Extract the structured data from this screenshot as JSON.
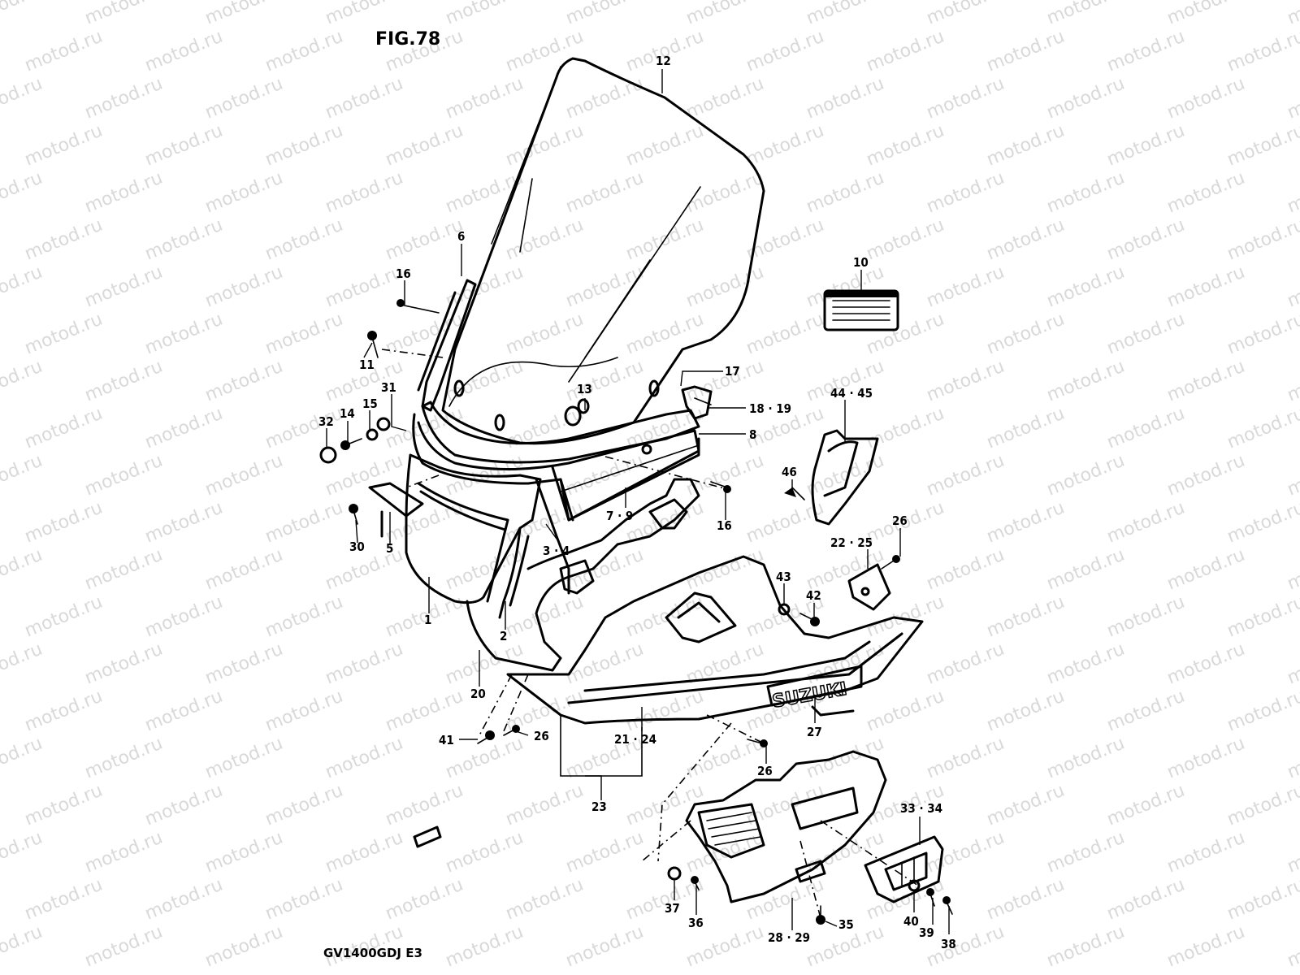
{
  "figure": {
    "title": "FIG.78",
    "model_code": "GV1400GDJ  E3",
    "watermark_text": "motod.ru",
    "logo_text": "SUZUKI"
  },
  "callouts": [
    {
      "id": "c12",
      "label": "12"
    },
    {
      "id": "c6",
      "label": "6"
    },
    {
      "id": "c16a",
      "label": "16"
    },
    {
      "id": "c10",
      "label": "10"
    },
    {
      "id": "c11",
      "label": "11"
    },
    {
      "id": "c17",
      "label": "17"
    },
    {
      "id": "c13",
      "label": "13"
    },
    {
      "id": "c31",
      "label": "31"
    },
    {
      "id": "c32",
      "label": "32"
    },
    {
      "id": "c14",
      "label": "14"
    },
    {
      "id": "c15",
      "label": "15"
    },
    {
      "id": "c18_19",
      "label": "18 · 19"
    },
    {
      "id": "c8",
      "label": "8"
    },
    {
      "id": "c44_45",
      "label": "44 · 45"
    },
    {
      "id": "c46",
      "label": "46"
    },
    {
      "id": "c30",
      "label": "30"
    },
    {
      "id": "c5",
      "label": "5"
    },
    {
      "id": "c7_9",
      "label": "7 · 9"
    },
    {
      "id": "c16b",
      "label": "16"
    },
    {
      "id": "c3_4",
      "label": "3 · 4"
    },
    {
      "id": "c22_25",
      "label": "22 · 25"
    },
    {
      "id": "c26a",
      "label": "26"
    },
    {
      "id": "c43",
      "label": "43"
    },
    {
      "id": "c42",
      "label": "42"
    },
    {
      "id": "c1",
      "label": "1"
    },
    {
      "id": "c2",
      "label": "2"
    },
    {
      "id": "c20",
      "label": "20"
    },
    {
      "id": "c27",
      "label": "27"
    },
    {
      "id": "c41",
      "label": "41"
    },
    {
      "id": "c26b",
      "label": "26"
    },
    {
      "id": "c21_24",
      "label": "21 · 24"
    },
    {
      "id": "c26c",
      "label": "26"
    },
    {
      "id": "c23",
      "label": "23"
    },
    {
      "id": "c33_34",
      "label": "33 · 34"
    },
    {
      "id": "c37",
      "label": "37"
    },
    {
      "id": "c36",
      "label": "36"
    },
    {
      "id": "c35",
      "label": "35"
    },
    {
      "id": "c28_29",
      "label": "28 · 29"
    },
    {
      "id": "c40",
      "label": "40"
    },
    {
      "id": "c39",
      "label": "39"
    },
    {
      "id": "c38",
      "label": "38"
    }
  ]
}
